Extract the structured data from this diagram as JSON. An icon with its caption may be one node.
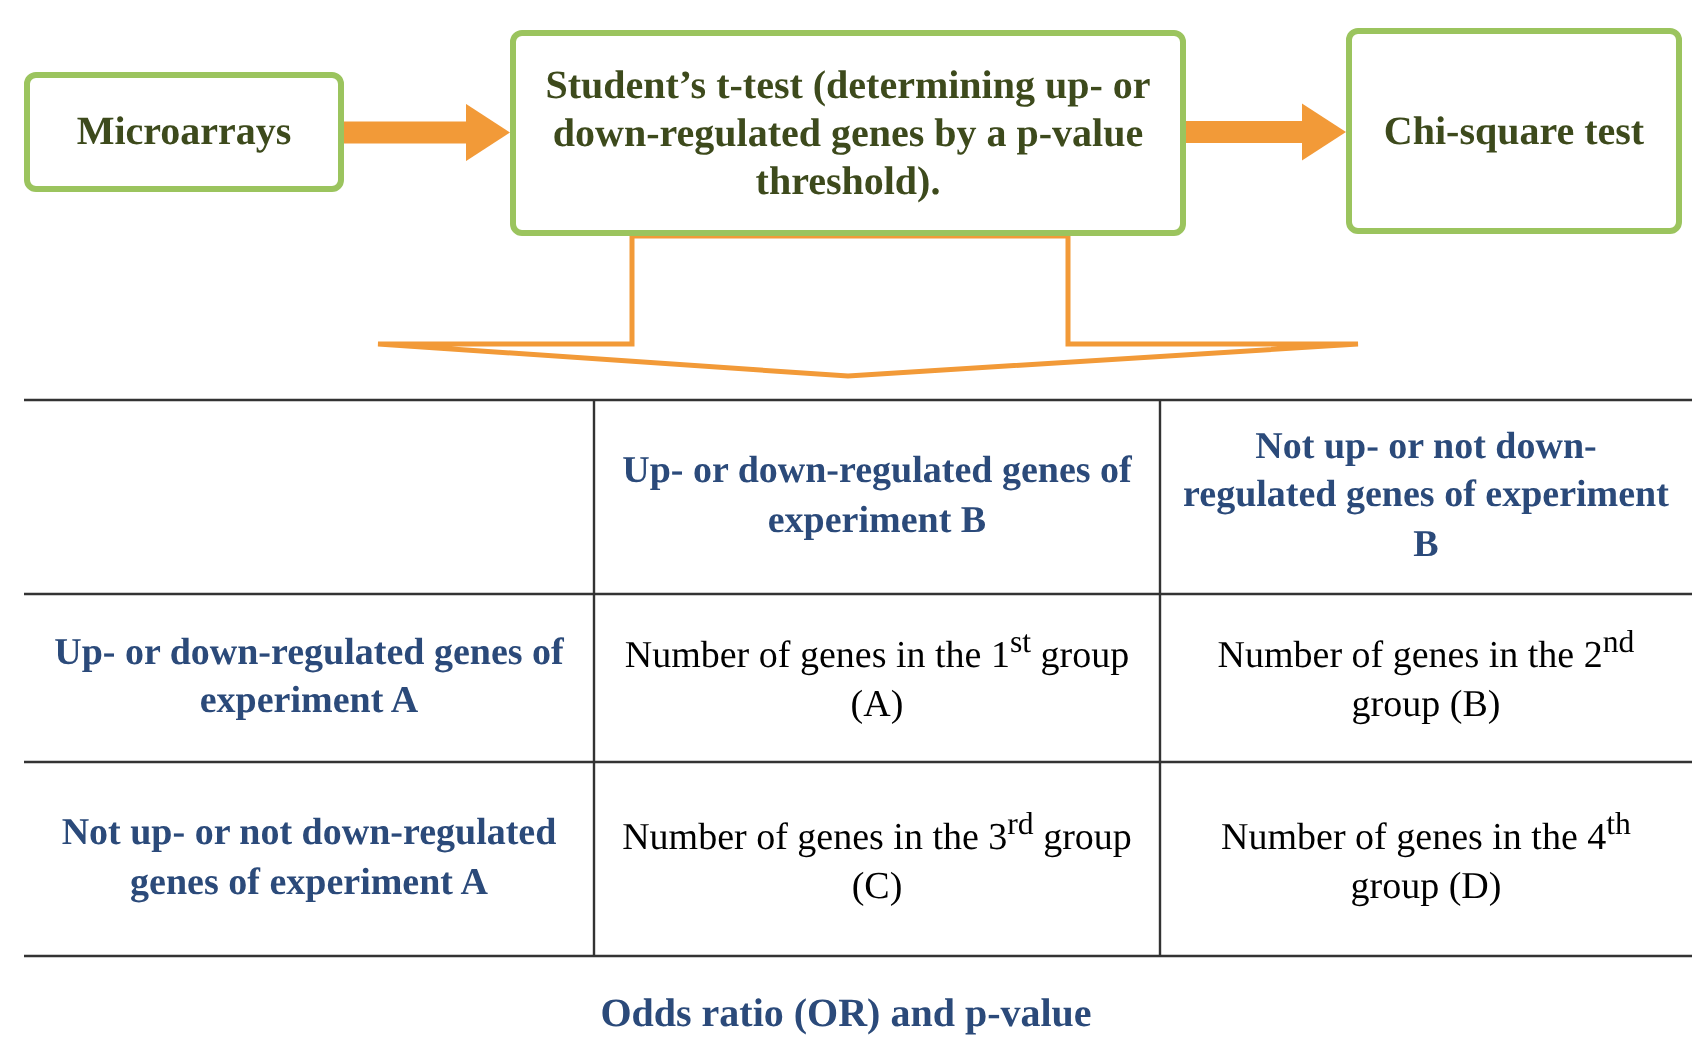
{
  "diagram": {
    "caption": "Odds ratio (OR) and p-value",
    "nodes": [
      {
        "text": [
          "Microarrays"
        ]
      },
      {
        "text": [
          "Student’s t-test (determining up- or down-regulated genes by a p-value threshold)."
        ]
      },
      {
        "text": [
          "Chi-square test"
        ]
      }
    ],
    "edges": [
      {
        "from": 0,
        "to": 1,
        "arrow": "to"
      },
      {
        "from": 1,
        "to": 2,
        "arrow": "to"
      },
      {
        "from": 1,
        "to": null,
        "arrow": "to"
      }
    ],
    "labels": [
      "Up- or down-regulated genes of experiment B",
      "Not up- or not down-regulated genes of experiment B",
      "Up- or down-regulated genes of experiment A",
      "Number of genes in the 1$^{st}$ group (A)",
      "Number of genes in the 2$^{nd}$ group (B)",
      "Not up- or not down-regulated genes of experiment A",
      "Number of genes in the 3$^{rd}$ group (C)",
      "Number of genes in the 4$^{th}$ group (D)"
    ]
  }
}
